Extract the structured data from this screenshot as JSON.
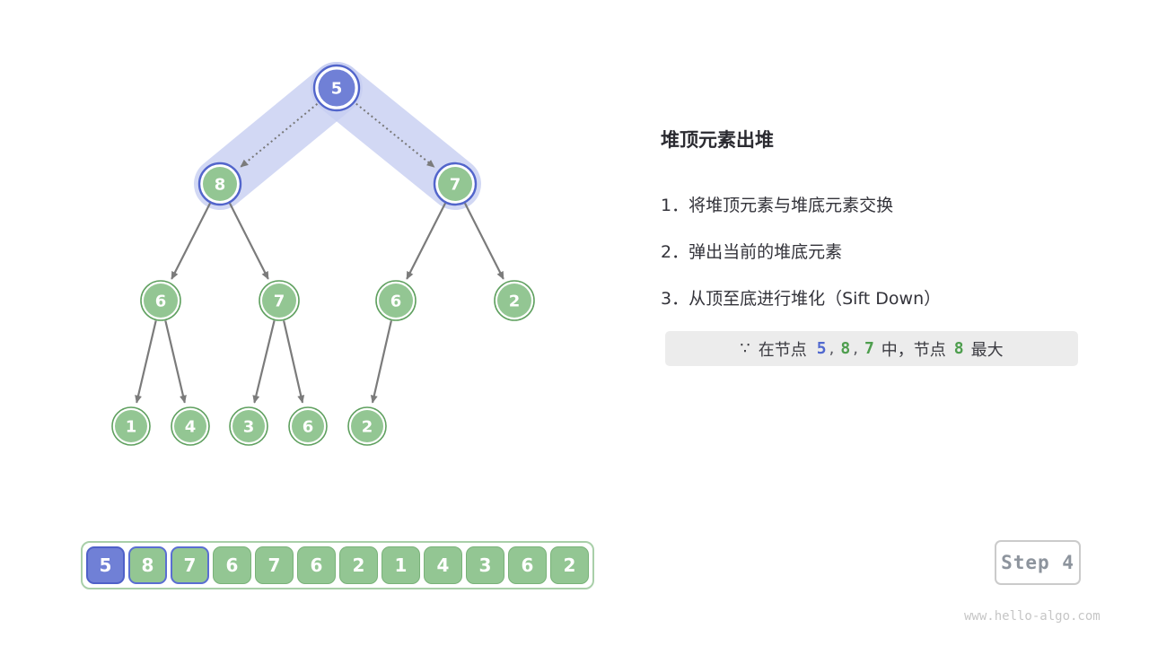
{
  "panel": {
    "title": "堆顶元素出堆",
    "steps": [
      {
        "label": "1．将堆顶元素与堆底元素交换"
      },
      {
        "label": "2．弹出当前的堆底元素"
      },
      {
        "label": "3．从顶至底进行堆化（Sift Down）"
      }
    ],
    "note": {
      "because": "∵",
      "t1": "在节点",
      "v1": "5",
      "c1": ",",
      "v2": "8",
      "c2": ",",
      "v3": "7",
      "t2": "中，节点",
      "v4": "8",
      "t3": "最大"
    }
  },
  "tree": {
    "nodes": [
      {
        "value": "5"
      },
      {
        "value": "8"
      },
      {
        "value": "7"
      },
      {
        "value": "6"
      },
      {
        "value": "7"
      },
      {
        "value": "6"
      },
      {
        "value": "2"
      },
      {
        "value": "1"
      },
      {
        "value": "4"
      },
      {
        "value": "3"
      },
      {
        "value": "6"
      },
      {
        "value": "2"
      }
    ]
  },
  "array": {
    "cells": [
      {
        "value": "5"
      },
      {
        "value": "8"
      },
      {
        "value": "7"
      },
      {
        "value": "6"
      },
      {
        "value": "7"
      },
      {
        "value": "6"
      },
      {
        "value": "2"
      },
      {
        "value": "1"
      },
      {
        "value": "4"
      },
      {
        "value": "3"
      },
      {
        "value": "6"
      },
      {
        "value": "2"
      }
    ]
  },
  "step_badge": "Step 4",
  "watermark": "www.hello-algo.com",
  "colors": {
    "node_green": "#93c693",
    "node_blue": "#7080d6",
    "highlight_band": "#c7cef1",
    "arrow_gray": "#7b7b7b",
    "note_blue": "#5068cf",
    "note_green": "#4e9e4e",
    "note_bg": "#ececec"
  }
}
